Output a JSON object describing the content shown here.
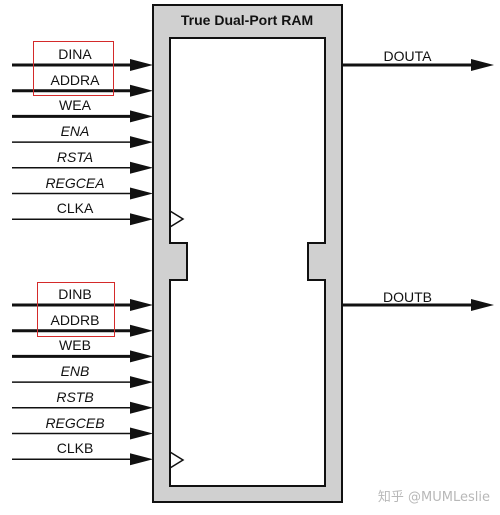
{
  "title": "True Dual-Port RAM",
  "port_a_inputs": [
    {
      "label": "DINA",
      "italic": false,
      "bus": true
    },
    {
      "label": "ADDRA",
      "italic": false,
      "bus": true
    },
    {
      "label": "WEA",
      "italic": false,
      "bus": true
    },
    {
      "label": "ENA",
      "italic": true,
      "bus": false
    },
    {
      "label": "RSTA",
      "italic": true,
      "bus": false
    },
    {
      "label": "REGCEA",
      "italic": true,
      "bus": false
    },
    {
      "label": "CLKA",
      "italic": false,
      "bus": false
    }
  ],
  "port_b_inputs": [
    {
      "label": "DINB",
      "italic": false,
      "bus": true
    },
    {
      "label": "ADDRB",
      "italic": false,
      "bus": true
    },
    {
      "label": "WEB",
      "italic": false,
      "bus": true
    },
    {
      "label": "ENB",
      "italic": true,
      "bus": false
    },
    {
      "label": "RSTB",
      "italic": true,
      "bus": false
    },
    {
      "label": "REGCEB",
      "italic": true,
      "bus": false
    },
    {
      "label": "CLKB",
      "italic": false,
      "bus": false
    }
  ],
  "outputs": {
    "douta": "DOUTA",
    "doutb": "DOUTB"
  },
  "watermark": "知乎 @MUMLeslie",
  "colors": {
    "block_fill": "#d0d0d0",
    "line": "#111111",
    "highlight": "#d42a2a"
  }
}
